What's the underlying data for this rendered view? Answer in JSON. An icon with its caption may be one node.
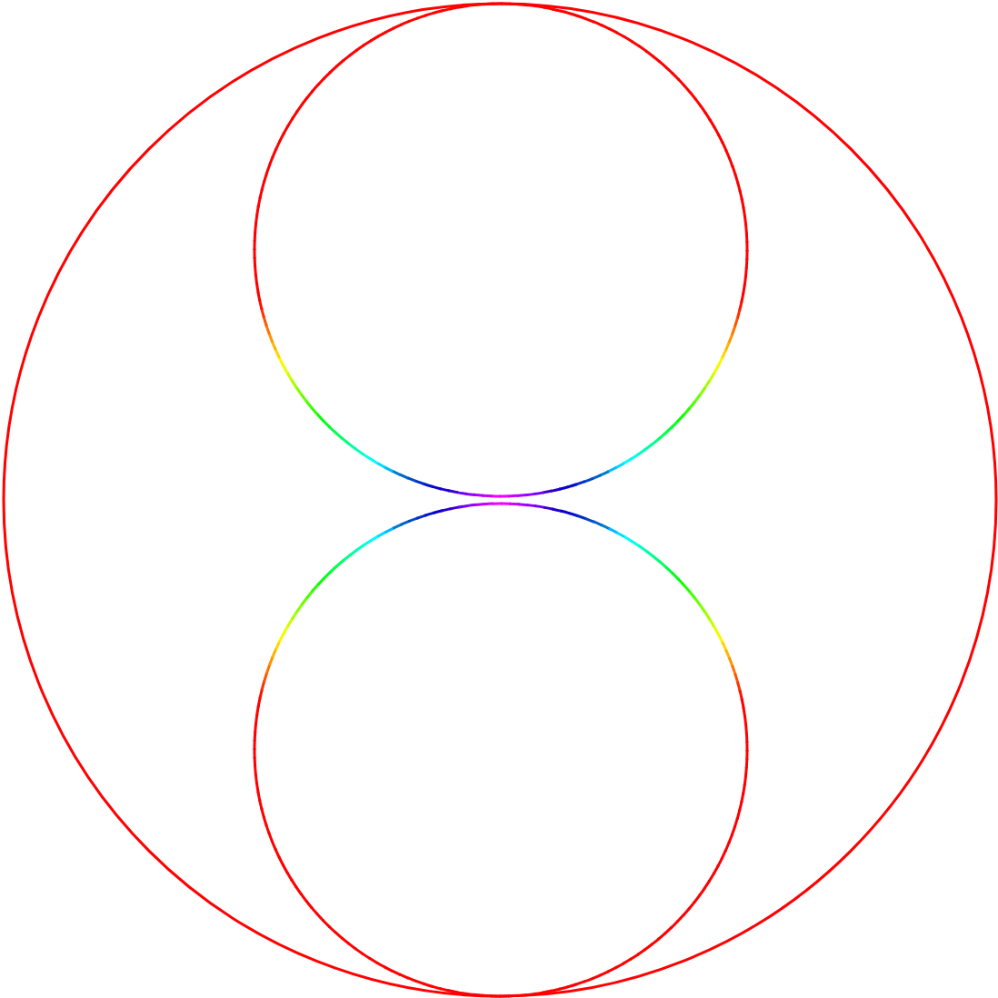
{
  "diagram": {
    "nodes": [
      {
        "text": [],
        "shape": "circle"
      },
      {
        "text": [],
        "shape": "circle",
        "in": 0
      },
      {
        "text": [],
        "shape": "circle",
        "in": 0
      }
    ]
  }
}
